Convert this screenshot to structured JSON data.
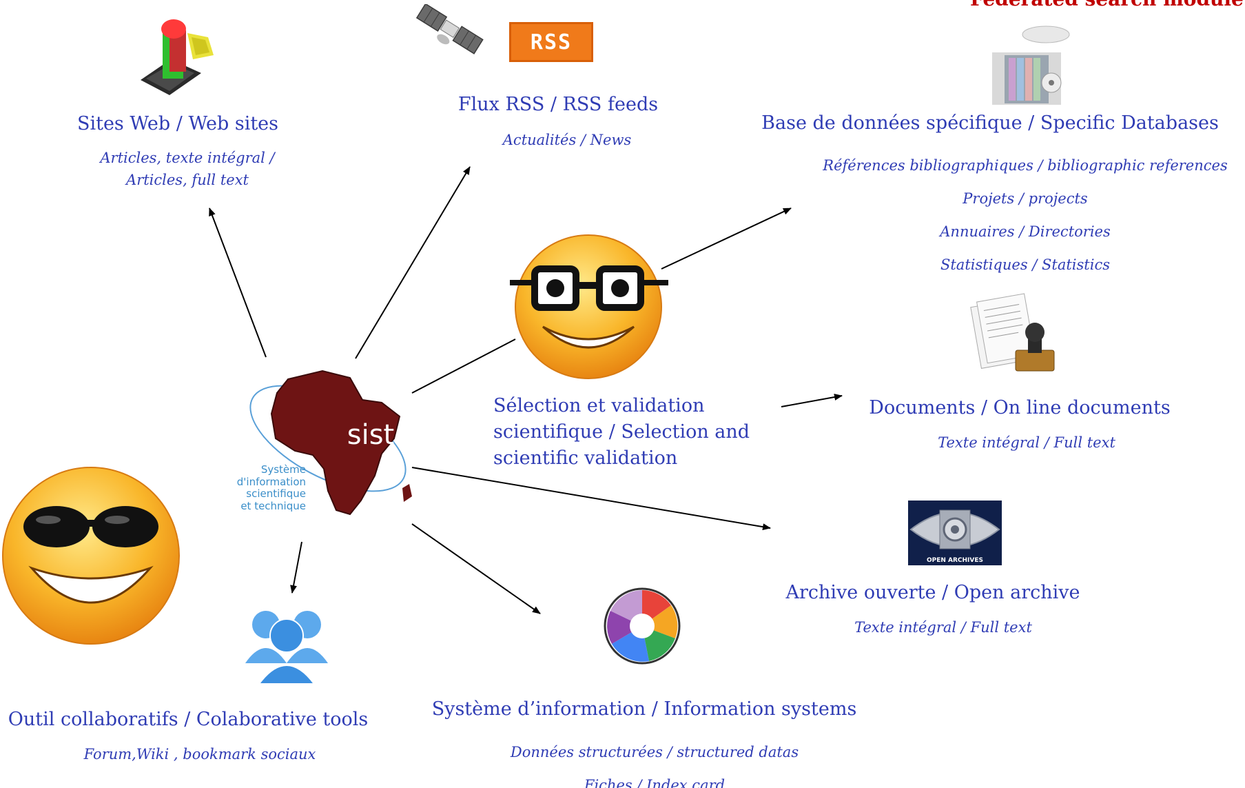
{
  "heading": "Federated search module",
  "nodes": {
    "websites": {
      "title": "Sites Web / Web sites",
      "subtitle_lines": [
        "Articles, texte intégral /",
        "Articles, full text"
      ]
    },
    "rss": {
      "title": "Flux RSS / RSS feeds",
      "subtitle_lines": [
        "Actualités / News"
      ],
      "badge": "RSS"
    },
    "databases": {
      "title": "Base de données spécifique / Specific Databases",
      "subtitle_lines": [
        "Références bibliographiques / bibliographic references",
        "Projets / projects",
        "Annuaires / Directories",
        "Statistiques / Statistics"
      ]
    },
    "selection": {
      "title_lines": [
        "Sélection et validation",
        "scientifique / Selection and",
        "scientific validation"
      ]
    },
    "documents": {
      "title": "Documents / On line documents",
      "subtitle_lines": [
        "Texte intégral / Full text"
      ]
    },
    "archive": {
      "title": "Archive ouverte / Open archive",
      "subtitle_lines": [
        "Texte intégral / Full text"
      ],
      "logo_text": "OPEN ARCHIVES"
    },
    "infosystems": {
      "title": "Système d’information / Information systems",
      "subtitle_lines": [
        "Données structurées / structured datas",
        "Fiches / Index card"
      ]
    },
    "collab": {
      "title": "Outil collaboratifs / Colaborative tools",
      "subtitle_lines": [
        "Forum,Wiki , bookmark sociaux"
      ]
    }
  },
  "sist": {
    "logo_text": "sist",
    "caption_lines": [
      "Système",
      "d'information",
      "scientifique",
      "et technique"
    ]
  },
  "colors": {
    "text": "#2f3cb4",
    "heading": "#c00000",
    "arrow": "#000000",
    "africa": "#6e1414"
  },
  "icons": [
    "website-icon",
    "satellite-icon",
    "rss-badge-icon",
    "database-icon",
    "nerd-smiley-icon",
    "documents-stamp-icon",
    "open-archives-icon",
    "picasa-icon",
    "cool-smiley-icon",
    "users-icon",
    "sist-logo"
  ]
}
